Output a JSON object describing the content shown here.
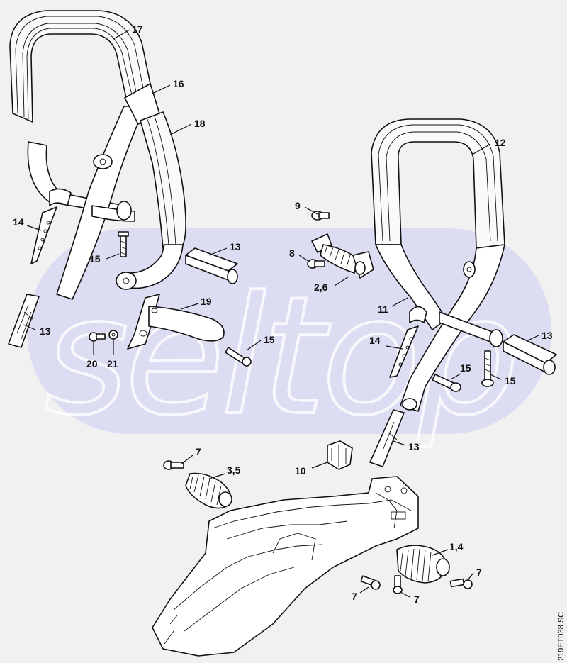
{
  "diagram": {
    "watermark": "seltop",
    "code": "219ET038 SC",
    "callouts": {
      "c17": "17",
      "c16": "16",
      "c18": "18",
      "c12": "12",
      "c14a": "14",
      "c15a": "15",
      "c13a": "13",
      "c9": "9",
      "c8": "8",
      "c26": "2,6",
      "c19": "19",
      "c13b": "13",
      "c15b": "15",
      "c20": "20",
      "c21": "21",
      "c11": "11",
      "c14b": "14",
      "c15c": "15",
      "c15d": "15",
      "c13c": "13",
      "c13d": "13",
      "c7a": "7",
      "c35": "3,5",
      "c10": "10",
      "c14": "1,4",
      "c7b": "7",
      "c7c": "7",
      "c7d": "7"
    }
  }
}
